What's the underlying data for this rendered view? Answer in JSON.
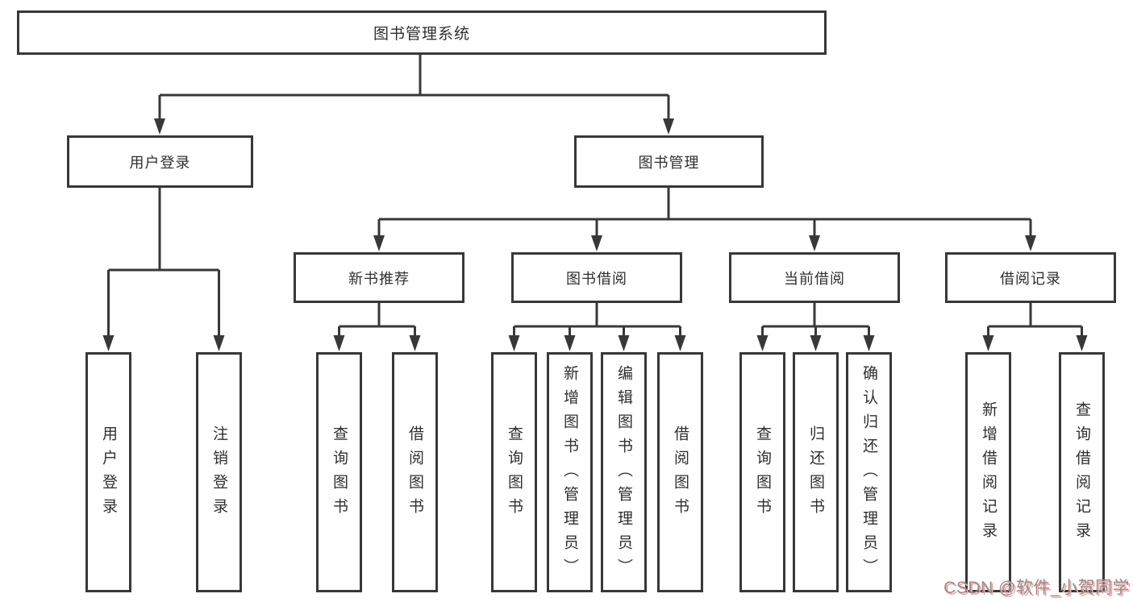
{
  "title": "图书管理系统",
  "level2": [
    {
      "label": "用户登录"
    },
    {
      "label": "图书管理"
    }
  ],
  "level3": [
    {
      "label": "新书推荐"
    },
    {
      "label": "图书借阅"
    },
    {
      "label": "当前借阅"
    },
    {
      "label": "借阅记录"
    }
  ],
  "leaves": {
    "user_login": [
      "用户登录",
      "注销登录"
    ],
    "new_books": [
      "查询图书",
      "借阅图书"
    ],
    "book_borrow": [
      "查询图书",
      "新增图书（管理员）",
      "编辑图书（管理员）",
      "借阅图书"
    ],
    "current_borrow": [
      "查询图书",
      "归还图书",
      "确认归还（管理员）"
    ],
    "borrow_records": [
      "新增借阅记录",
      "查询借阅记录"
    ]
  },
  "watermark": {
    "text": "CSDN @软件_小贺同学"
  },
  "colors": {
    "line": "#383838",
    "box_border": "#383838",
    "text": "#2f2f2f",
    "background": "#ffffff",
    "watermark_grey": "#8f8f8f",
    "watermark_pink": "#f9a2a2"
  }
}
